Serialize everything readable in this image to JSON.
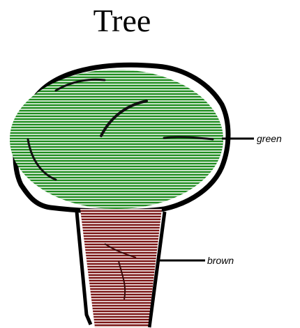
{
  "title": "Tree",
  "labels": {
    "canopy": "green",
    "trunk": "brown"
  },
  "colors": {
    "canopy_fill": "#1e8c1e",
    "trunk_fill": "#7a1414",
    "outline": "#000000",
    "stripe": "#ffffff"
  }
}
